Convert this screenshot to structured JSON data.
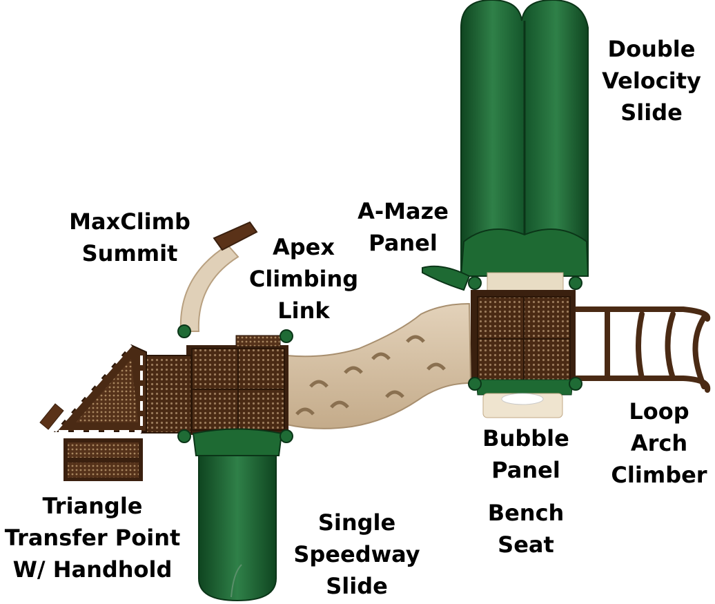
{
  "colors": {
    "slide_green": "#1e6a33",
    "slide_green_dark": "#0f4520",
    "slide_green_light": "#3d8f55",
    "deck_brown": "#4a2a14",
    "tan": "#d8c4a8",
    "tan_dark": "#b8a080",
    "post_cap": "#1f6b35"
  },
  "labels": {
    "double_velocity_slide": [
      "Double",
      "Velocity",
      "Slide"
    ],
    "a_maze_panel": [
      "A-Maze",
      "Panel"
    ],
    "maxclimb_summit": [
      "MaxClimb",
      "Summit"
    ],
    "apex_climbing_link": [
      "Apex",
      "Climbing",
      "Link"
    ],
    "loop_arch_climber": [
      "Loop",
      "Arch",
      "Climber"
    ],
    "bubble_panel": [
      "Bubble",
      "Panel"
    ],
    "bench_seat": [
      "Bench",
      "Seat"
    ],
    "single_speedway_slide": [
      "Single",
      "Speedway",
      "Slide"
    ],
    "triangle_transfer_point": [
      "Triangle",
      "Transfer Point",
      "W/ Handhold"
    ]
  }
}
